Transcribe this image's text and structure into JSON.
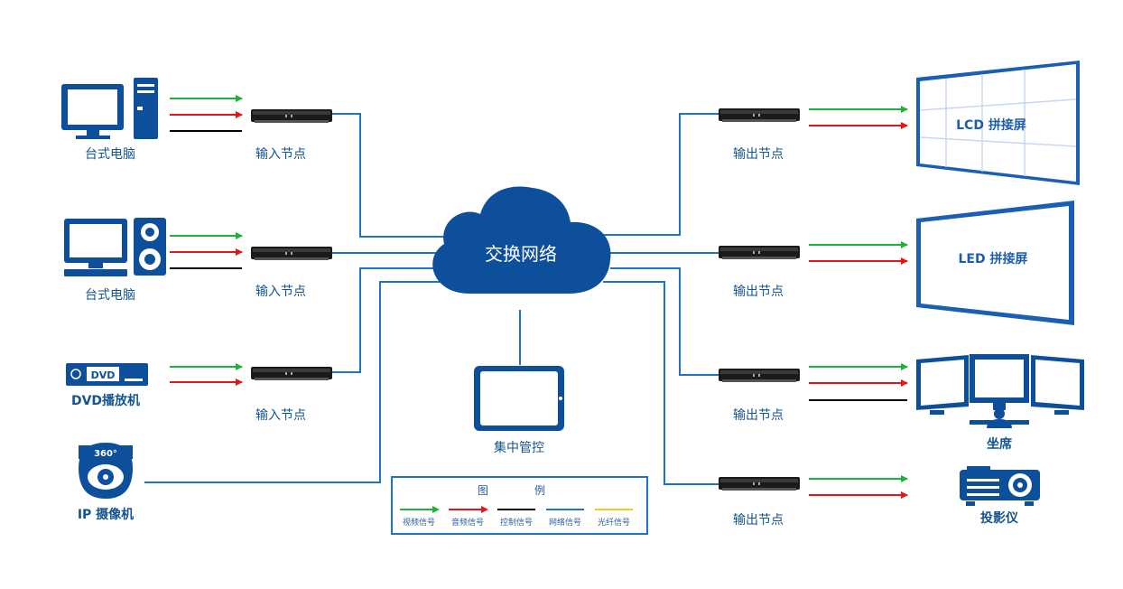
{
  "network": {
    "title": "交换网络"
  },
  "sources": {
    "pc1": "台式电脑",
    "pc2": "台式电脑",
    "dvd": "DVD播放机",
    "dvd_badge": "DVD",
    "camera": "IP 摄像机",
    "camera_badge": "360°"
  },
  "nodes": {
    "in1": "输入节点",
    "in2": "输入节点",
    "in3": "输入节点",
    "out1": "输出节点",
    "out2": "输出节点",
    "out3": "输出节点",
    "out4": "输出节点"
  },
  "control": {
    "label": "集中管控"
  },
  "displays": {
    "lcd": "LCD 拼接屏",
    "led": "LED 拼接屏",
    "seat": "坐席",
    "projector": "投影仪"
  },
  "legend": {
    "title_left": "图",
    "title_right": "例",
    "items": [
      {
        "label": "视频信号",
        "color": "#1db33a"
      },
      {
        "label": "音频信号",
        "color": "#e3161b"
      },
      {
        "label": "控制信号",
        "color": "#000000"
      },
      {
        "label": "网络信号",
        "color": "#1e73c4"
      },
      {
        "label": "光纤信号",
        "color": "#f5c518"
      }
    ]
  },
  "colors": {
    "primary": "#0e4f9c",
    "network_line": "#1e73c4",
    "video": "#1db33a",
    "audio": "#e3161b",
    "control": "#000000"
  }
}
